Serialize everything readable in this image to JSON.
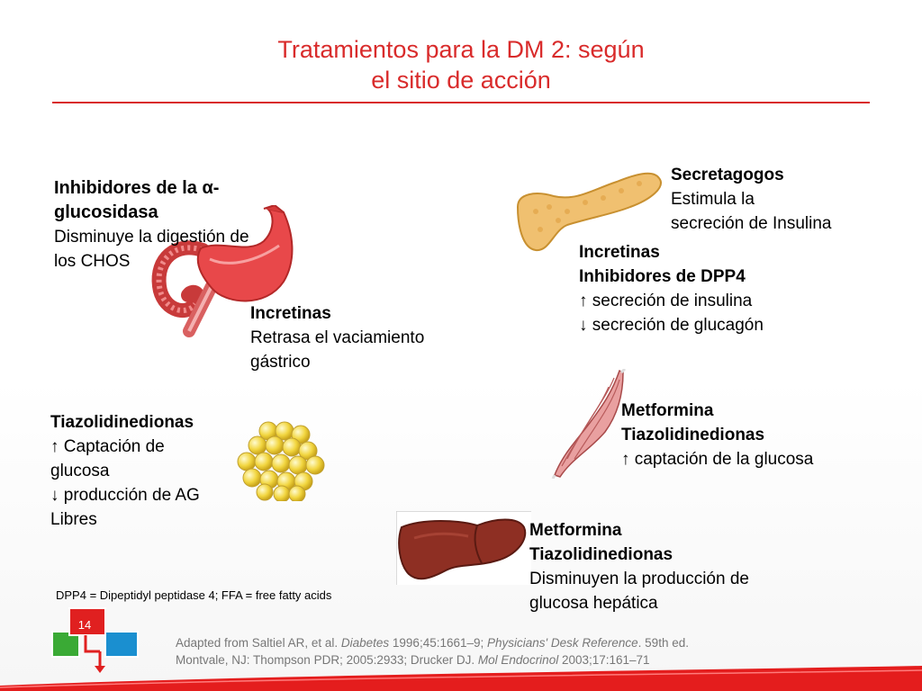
{
  "slide": {
    "title_line1": "Tratamientos para la DM 2: según",
    "title_line2": "el sitio de acción",
    "page_number": "14"
  },
  "blocks": {
    "alpha": {
      "heading1": "Inhibidores de la α-",
      "heading2": "glucosidasa",
      "line1": "Disminuye la digestión de",
      "line2": "los CHOS"
    },
    "stomach": {
      "heading": "Incretinas",
      "line1": "Retrasa el vaciamiento",
      "line2": "gástrico"
    },
    "secret": {
      "heading": "Secretagogos",
      "line1": "Estimula la",
      "line2": "secreción de Insulina"
    },
    "dpp4": {
      "heading1": "Incretinas",
      "heading2": "Inhibidores de DPP4",
      "line1": "↑ secreción de insulina",
      "line2": "↓ secreción de glucagón"
    },
    "fat": {
      "heading": "Tiazolidinedionas",
      "line1": "↑ Captación de",
      "line2": "glucosa",
      "line3": "↓ producción de AG",
      "line4": "Libres"
    },
    "muscle": {
      "heading1": "Metformina",
      "heading2": "Tiazolidinedionas",
      "line1": "↑ captación de la glucosa"
    },
    "liver": {
      "heading1": "Metformina",
      "heading2": "Tiazolidinedionas",
      "line1": "Disminuyen la producción de",
      "line2": "glucosa hepática"
    }
  },
  "footnote": "DPP4 = Dipeptidyl peptidase 4; FFA = free fatty acids",
  "reference": {
    "p1": "Adapted from Saltiel AR, et al. ",
    "i1": "Diabetes",
    "p2": " 1996;45:1661–9; ",
    "i2": "Physicians' Desk Reference",
    "p3": ". 59th ed.",
    "p4": "Montvale, NJ: Thompson PDR; 2005:2933; Drucker DJ. ",
    "i3": "Mol Endocrinol",
    "p5": " 2003;17:161–71"
  },
  "colors": {
    "title": "#d92b2b",
    "accent_red": "#e02020",
    "logo_green": "#3aaa35",
    "logo_blue": "#1a8fd0"
  }
}
